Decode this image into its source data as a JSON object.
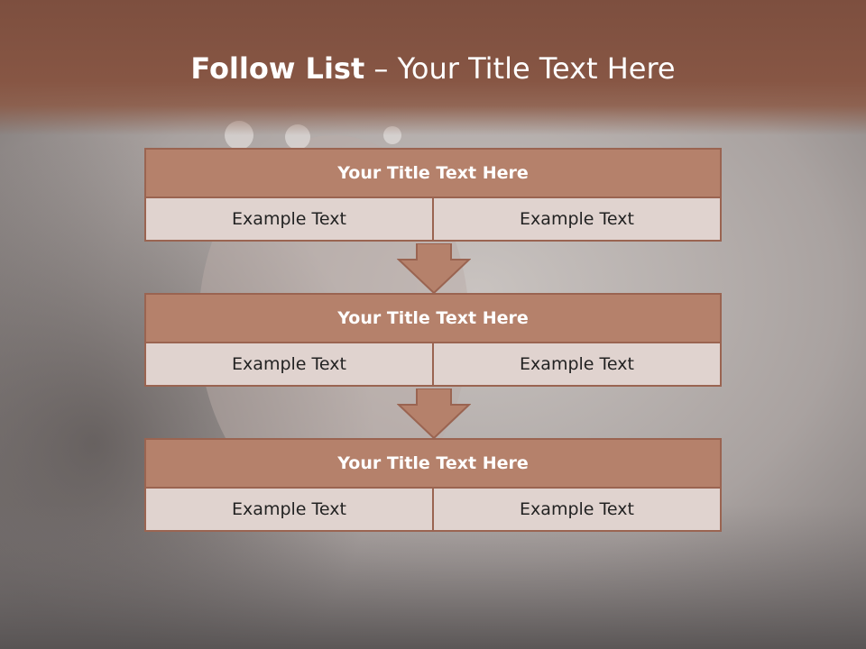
{
  "slide": {
    "title_bold": "Follow List",
    "title_rest": " – Your Title Text Here"
  },
  "steps": [
    {
      "title": "Your Title Text Here",
      "left": "Example Text",
      "right": "Example Text"
    },
    {
      "title": "Your Title Text Here",
      "left": "Example Text",
      "right": "Example Text"
    },
    {
      "title": "Your Title Text Here",
      "left": "Example Text",
      "right": "Example Text"
    }
  ],
  "colors": {
    "header": "#7d4f3f",
    "step_title_fill": "#b5816b",
    "step_border": "#9a6451",
    "cell_fill": "#e0d3cf"
  }
}
